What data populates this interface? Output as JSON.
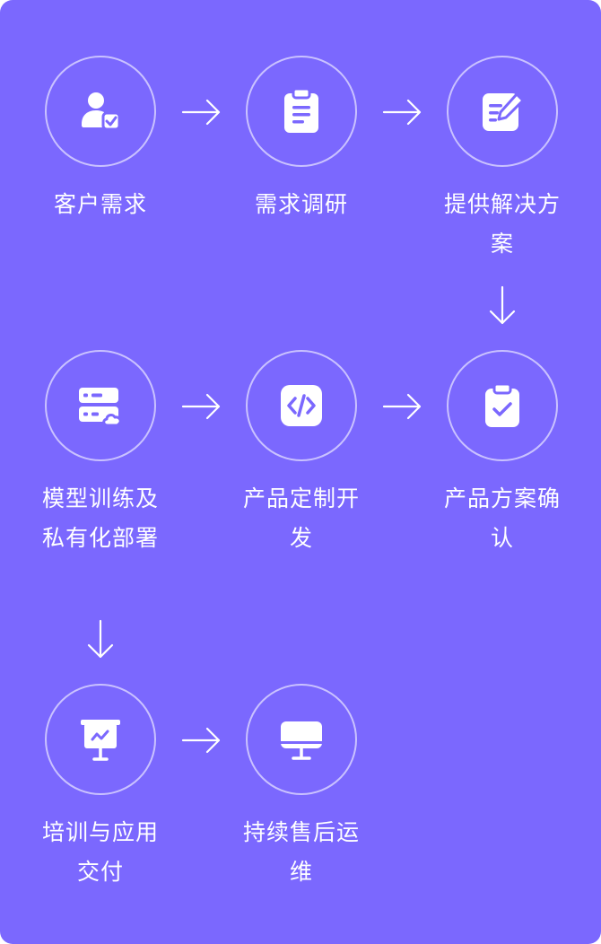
{
  "colors": {
    "background": "#7b68fe",
    "circle_border": "rgba(255,255,255,0.6)",
    "foreground": "#ffffff"
  },
  "steps": [
    {
      "label": "客户需求",
      "icon": "user-check-icon"
    },
    {
      "label": "需求调研",
      "icon": "clipboard-list-icon"
    },
    {
      "label": "提供解决方案",
      "icon": "document-edit-icon"
    },
    {
      "label": "模型训练及私有化部署",
      "icon": "server-cloud-icon"
    },
    {
      "label": "产品定制开发",
      "icon": "code-icon"
    },
    {
      "label": "产品方案确认",
      "icon": "clipboard-check-icon"
    },
    {
      "label": "培训与应用交付",
      "icon": "presentation-board-icon"
    },
    {
      "label": "持续售后运维",
      "icon": "monitor-icon"
    }
  ]
}
